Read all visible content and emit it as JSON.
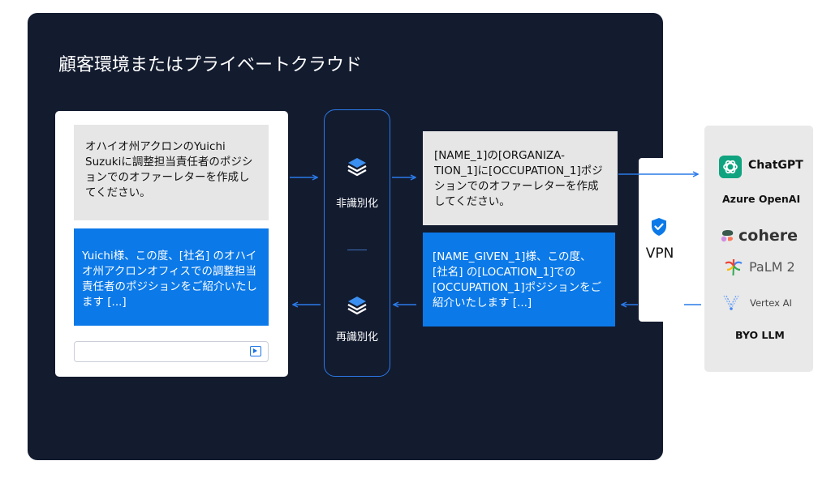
{
  "environment": {
    "title": "顧客環境またはプライベートクラウド"
  },
  "chat": {
    "user_prompt": "オハイオ州アクロンのYuichi Suzukiに調整担当責任者のポジションでのオファーレターを作成してください。",
    "assistant_reply": "Yuichi様、この度、[社名] のオハイオ州アクロンオフィスでの調整担当責任者のポジションをご紹介いたします [...]",
    "input_value": ""
  },
  "pipeline": {
    "deidentify_label": "非識別化",
    "reidentify_label": "再識別化"
  },
  "pseudonymized": {
    "prompt": "[NAME_1]の[ORGANIZA-TION_1]に[OCCUPATION_1]ポジションでのオファーレターを作成してください。",
    "reply": "[NAME_GIVEN_1]様、この度、[社名] の[LOCATION_1]での[OCCUPATION_1]ポジションをご紹介いたします [...]"
  },
  "vpn": {
    "label": "VPN"
  },
  "llms": {
    "chatgpt": "ChatGPT",
    "azure": "Azure OpenAI",
    "cohere": "cohere",
    "palm": "PaLM 2",
    "vertex": "Vertex AI",
    "byo": "BYO LLM"
  },
  "colors": {
    "background": "#131b2f",
    "accent": "#0b79e8",
    "bubble_gray": "#e6e6e6",
    "llm_panel": "#e9e9e9"
  }
}
